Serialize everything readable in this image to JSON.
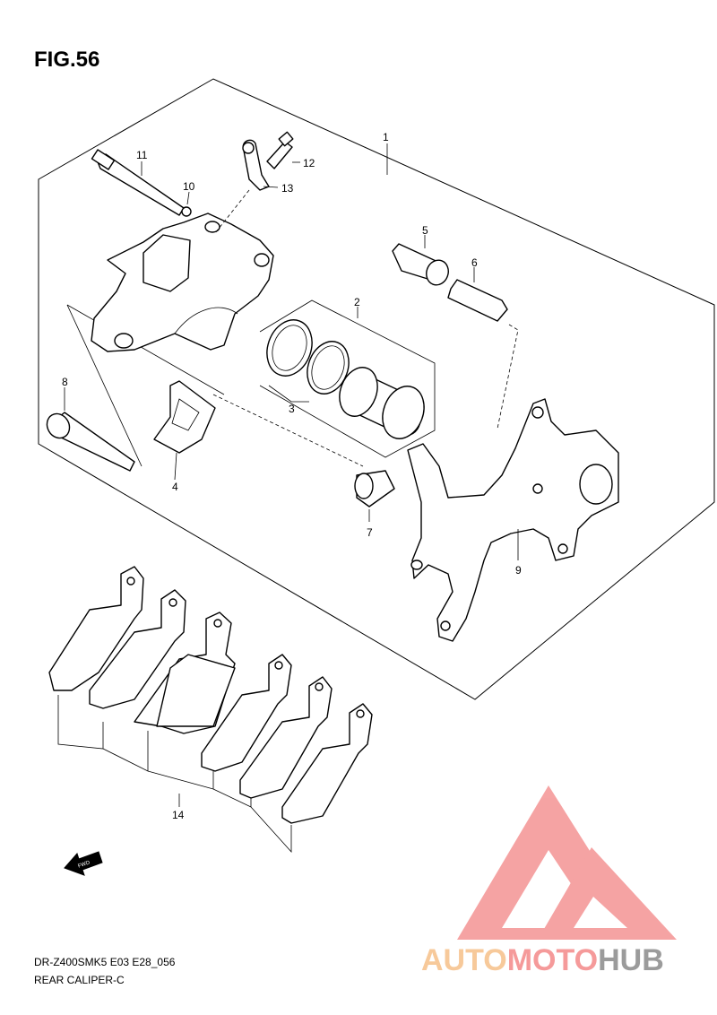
{
  "figure": {
    "title": "FIG.56",
    "model_code": "DR-Z400SMK5 E03 E28_056",
    "subtitle": "REAR CALIPER-C"
  },
  "callouts": [
    "1",
    "2",
    "3",
    "4",
    "5",
    "6",
    "7",
    "8",
    "9",
    "10",
    "11",
    "12",
    "13",
    "14"
  ],
  "fwd_label": "FWD",
  "watermark": {
    "brand_part1": "AUTO",
    "brand_part2": "MOTO",
    "brand_part3": "HUB",
    "colors": {
      "logo": "#f59a9a",
      "auto": "#f7c99a",
      "moto": "#f59a9a",
      "hub": "#9b9b9b"
    }
  }
}
